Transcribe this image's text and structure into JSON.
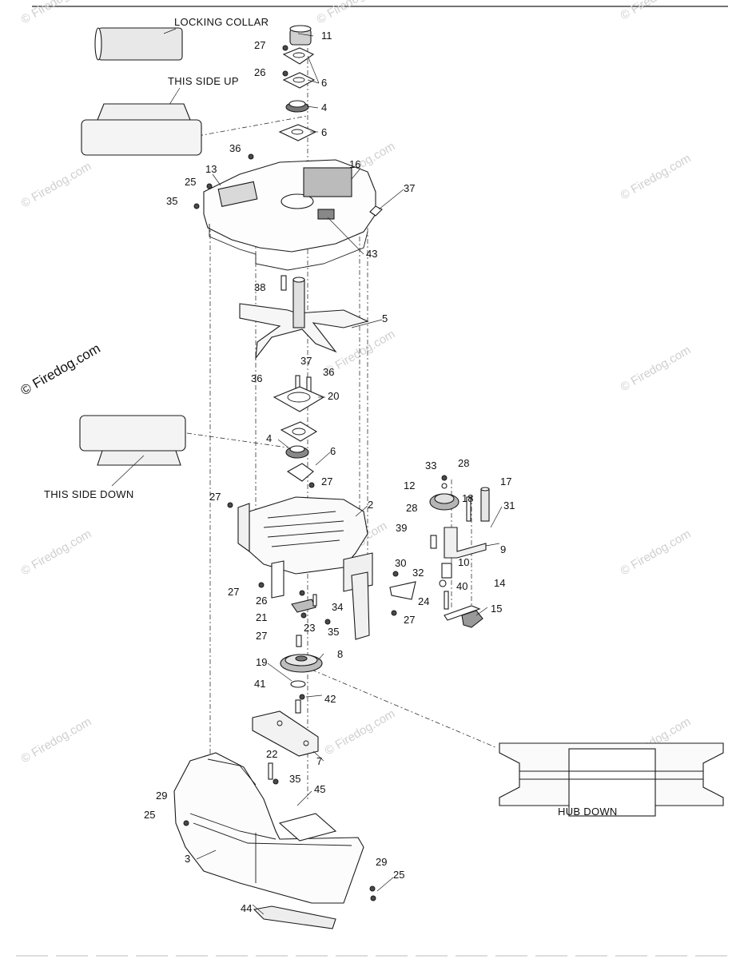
{
  "captions": {
    "locking_collar": "LOCKING COLLAR",
    "this_side_up": "THIS SIDE UP",
    "this_side_down": "THIS SIDE DOWN",
    "hub_down": "HUB DOWN"
  },
  "watermark": {
    "main": "© Firedog.com",
    "faint": "© Firedog.com"
  },
  "callouts": {
    "c11": "11",
    "c27a": "27",
    "c6a": "6",
    "c26a": "26",
    "c4a": "4",
    "c6b": "6",
    "c36a": "36",
    "c16": "16",
    "c13": "13",
    "c25a": "25",
    "c35a": "35",
    "c37a": "37",
    "c43": "43",
    "c38": "38",
    "c5": "5",
    "c37b": "37",
    "c36b": "36",
    "c36c": "36",
    "c20": "20",
    "c4b": "4",
    "c6c": "6",
    "c27b": "27",
    "c27c": "27",
    "c2": "2",
    "c33": "33",
    "c28a": "28",
    "c12": "12",
    "c17": "17",
    "c18": "18",
    "c31": "31",
    "c28b": "28",
    "c39": "39",
    "c9": "9",
    "c10": "10",
    "c30": "30",
    "c32": "32",
    "c14": "14",
    "c40": "40",
    "c24": "24",
    "c15": "15",
    "c27d": "27",
    "c26b": "26",
    "c27e": "27",
    "c21": "21",
    "c34": "34",
    "c23": "23",
    "c27f": "27",
    "c35b": "35",
    "c8": "8",
    "c19": "19",
    "c41": "41",
    "c42": "42",
    "c7": "7",
    "c22": "22",
    "c35c": "35",
    "c45": "45",
    "c29a": "29",
    "c25b": "25",
    "c3": "3",
    "c29b": "29",
    "c25c": "25",
    "c44": "44"
  }
}
